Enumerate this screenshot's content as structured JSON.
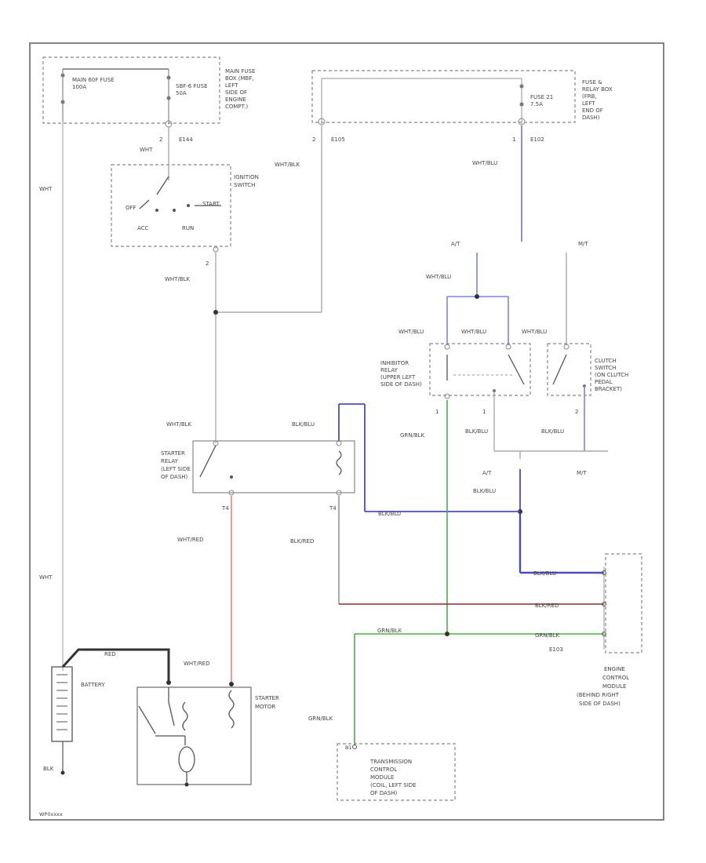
{
  "colors": {
    "wire_gray": "#9a9a9a",
    "wire_blue": "#4b4bbf",
    "wire_light_blue": "#8080e0",
    "wire_red": "#e07070",
    "wire_dark_red": "#8b2c2c",
    "wire_green": "#4caf4c",
    "wire_black": "#222222",
    "frame": "#555555"
  },
  "components": {
    "main_fuse": {
      "name": "MAIN 60F FUSE",
      "rating": "100A"
    },
    "sbf_fuse": {
      "name": "SBF-6 FUSE",
      "rating": "50A"
    },
    "main_fuse_box": {
      "line1": "MAIN FUSE",
      "line2": "BOX (MBF,",
      "line3": "LEFT",
      "line4": "SIDE OF",
      "line5": "ENGINE",
      "line6": "COMPT.)"
    },
    "fuse_21": {
      "name": "FUSE 21",
      "rating": "7.5A"
    },
    "fuse_relay_box": {
      "line1": "FUSE &",
      "line2": "RELAY BOX",
      "line3": "(FRB,",
      "line4": "LEFT",
      "line5": "END OF",
      "line6": "DASH)"
    },
    "ignition_switch": {
      "title_line1": "IGNITION",
      "title_line2": "SWITCH",
      "pos_off": "OFF",
      "pos_start": "START",
      "pos_acc": "ACC",
      "pos_run": "RUN"
    },
    "inhibitor_relay": {
      "line1": "INHIBITOR",
      "line2": "RELAY",
      "line3": "(UPPER LEFT",
      "line4": "SIDE OF DASH)"
    },
    "clutch_switch": {
      "line1": "CLUTCH",
      "line2": "SWITCH",
      "line3": "(ON CLUTCH",
      "line4": "PEDAL",
      "line5": "BRACKET)"
    },
    "starter_relay": {
      "line1": "STARTER",
      "line2": "RELAY",
      "line3": "(LEFT SIDE",
      "line4": "OF DASH)"
    },
    "battery": {
      "name": "BATTERY"
    },
    "starter_motor": {
      "line1": "STARTER",
      "line2": "MOTOR"
    },
    "ecm": {
      "line1": "ENGINE",
      "line2": "CONTROL",
      "line3": "MODULE",
      "line4": "(BEHIND RIGHT",
      "line5": "SIDE OF DASH)"
    },
    "tcm": {
      "line1": "TRANSMISSION",
      "line2": "CONTROL",
      "line3": "MODULE",
      "line4": "(COIL, LEFT SIDE",
      "line5": "OF DASH)"
    }
  },
  "connectors": {
    "e144": "E144",
    "e105": "E105",
    "e102": "E102",
    "e103": "E103",
    "b1": "B1",
    "pin2a": "2",
    "pin2b": "2",
    "pin1a": "1",
    "pin2c": "2",
    "pin1b": "1",
    "pin1c": "1",
    "pin2d": "2",
    "relay_t4a": "T4",
    "relay_t4b": "T4"
  },
  "options": {
    "at_top": "A/T",
    "mt_top": "M/T",
    "at_bottom": "A/T",
    "mt_bottom": "M/T"
  },
  "wires": {
    "wht_left": "WHT",
    "wht_left2": "WHT",
    "wht_main": "WHT",
    "wht_blk_1": "WHT/BLK",
    "wht_blk_2": "WHT/BLK",
    "wht_blk_3": "WHT/BLK",
    "wht_blu_1": "WHT/BLU",
    "wht_blu_2": "WHT/BLU",
    "wht_blu_3": "WHT/BLU",
    "wht_blu_4": "WHT/BLU",
    "wht_blu_5": "WHT/BLU",
    "blk_blu_1": "BLK/BLU",
    "blk_blu_2": "BLK/BLU",
    "blk_blu_3": "BLK/BLU",
    "blk_blu_4": "BLK/BLU",
    "blk_blu_5": "BLK/BLU",
    "blk_blu_6": "BLK/BLU",
    "grn_blk_1": "GRN/BLK",
    "grn_blk_2": "GRN/BLK",
    "grn_blk_3": "GRN/BLK",
    "grn_blk_4": "GRN/BLK",
    "wht_red_1": "WHT/RED",
    "wht_red_2": "WHT/RED",
    "blk_red_1": "BLK/RED",
    "blk_red_2": "BLK/RED",
    "red": "RED",
    "gnd": "BLK"
  },
  "footer": {
    "code": "WP0xxxx"
  }
}
